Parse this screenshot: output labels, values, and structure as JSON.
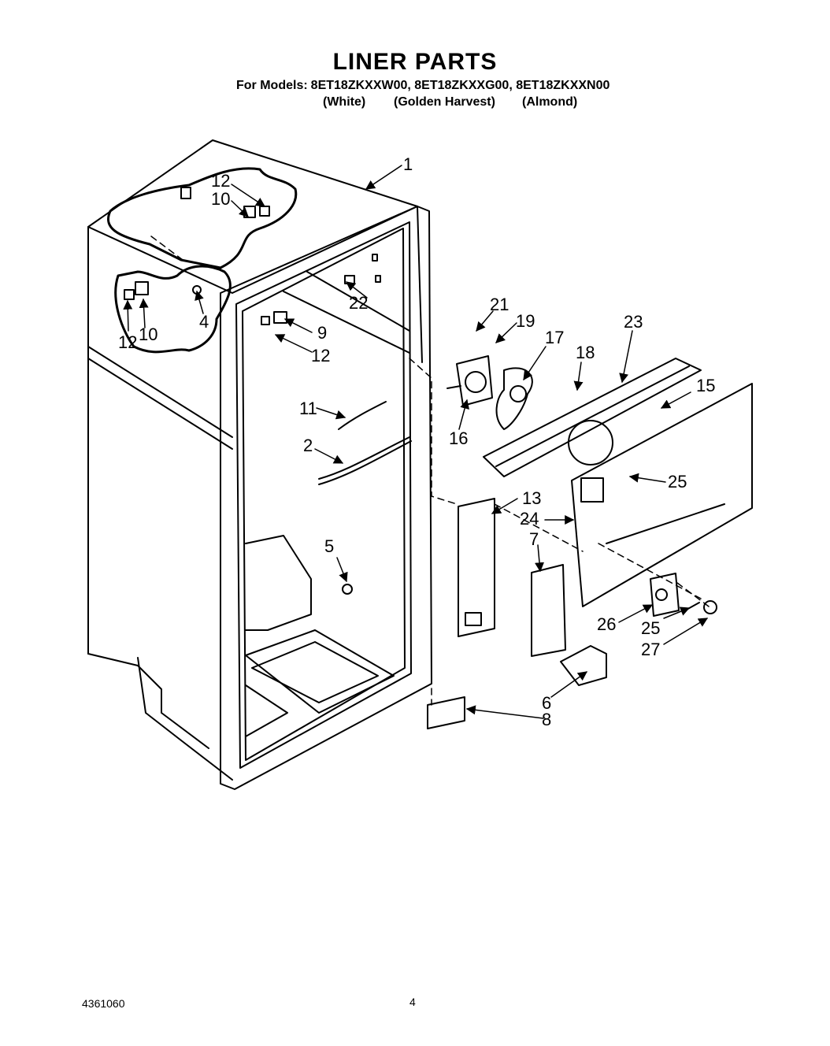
{
  "title": "LINER PARTS",
  "models": {
    "label": "For Models:",
    "list": "8ET18ZKXXW00, 8ET18ZKXXG00, 8ET18ZKXXN00",
    "colors": [
      "(White)",
      "(Golden Harvest)",
      "(Almond)"
    ]
  },
  "callouts": [
    "1",
    "12",
    "10",
    "22",
    "21",
    "19",
    "17",
    "18",
    "23",
    "15",
    "4",
    "9",
    "10",
    "12",
    "12",
    "11",
    "16",
    "2",
    "25",
    "13",
    "24",
    "7",
    "5",
    "26",
    "25",
    "27",
    "6",
    "8"
  ],
  "footer": {
    "doc_number": "4361060",
    "page": "4"
  }
}
